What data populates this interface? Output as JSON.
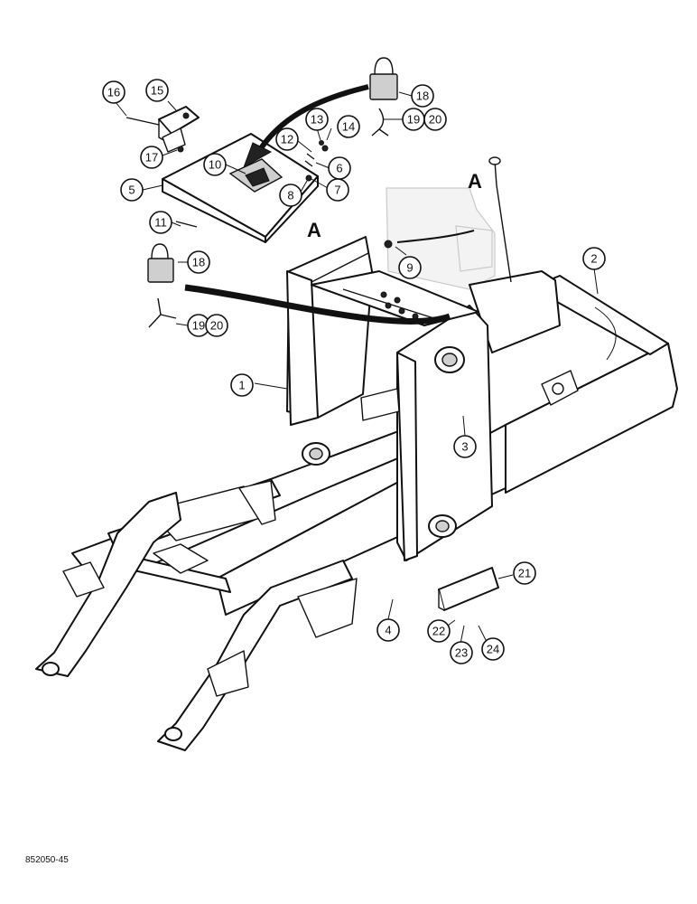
{
  "callouts": [
    "1",
    "2",
    "3",
    "4",
    "5",
    "6",
    "7",
    "8",
    "9",
    "10",
    "11",
    "12",
    "13",
    "14",
    "15",
    "16",
    "17",
    "18",
    "18",
    "19",
    "20",
    "19",
    "20",
    "21",
    "22",
    "23",
    "24"
  ],
  "section_marks": [
    "A",
    "A"
  ],
  "figure_id": "852050-45"
}
